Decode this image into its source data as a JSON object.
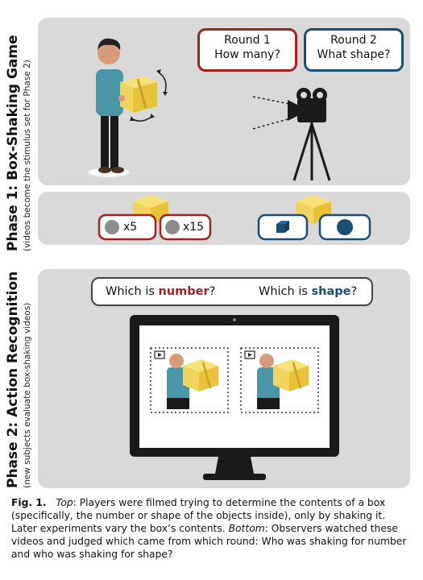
{
  "phase1": {
    "title": "Phase 1: Box-Shaking Game",
    "subtitle": "(videos become the stimulus set for Phase 2)",
    "round1": {
      "line1": "Round 1",
      "line2": "How many?"
    },
    "round2": {
      "line1": "Round 2",
      "line2": "What shape?"
    },
    "count_options": [
      "x5",
      "x15"
    ]
  },
  "phase2": {
    "title": "Phase 2: Action Recognition",
    "subtitle": "(new subjects evaluate box-shaking videos)",
    "question_number_prefix": "Which is ",
    "question_number_word": "number",
    "question_number_suffix": "?",
    "question_shape_prefix": "Which is ",
    "question_shape_word": "shape",
    "question_shape_suffix": "?"
  },
  "caption": {
    "label": "Fig. 1.",
    "top_word": "Top",
    "top_text": ": Players were filmed trying to determine the contents of a box (specifically, the number or shape of the objects inside), only by shaking it. Later experiments vary the box’s contents. ",
    "bottom_word": "Bottom",
    "bottom_text": ": Observers watched these videos and judged which came from which round: Who was shaking for number and who was shaking for shape?"
  },
  "colors": {
    "red": "#a02222",
    "blue": "#1b4f72",
    "panel": "#d9d9d9",
    "box": "#f2d35b",
    "shirt": "#4a97a8"
  }
}
